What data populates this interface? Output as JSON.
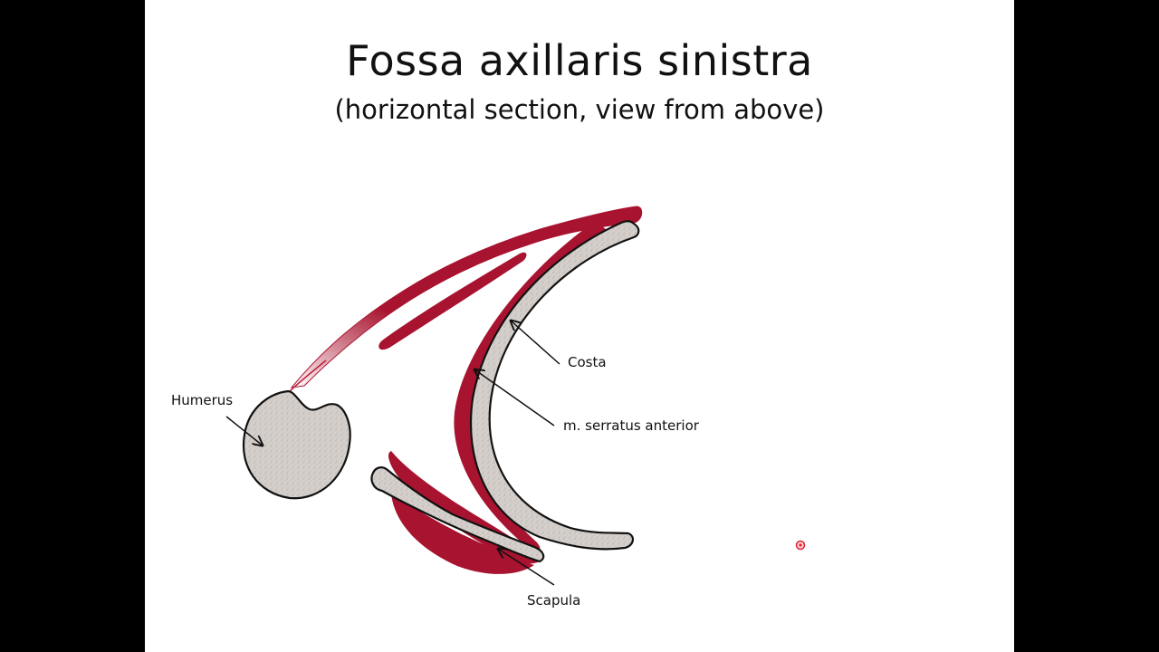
{
  "slide": {
    "title": "Fossa axillaris sinistra",
    "subtitle": "(horizontal section, view from above)"
  },
  "labels": {
    "humerus": "Humerus",
    "costa": "Costa",
    "serratus": "m. serratus anterior",
    "scapula": "Scapula"
  },
  "colors": {
    "muscle": "#a8132f",
    "bone": "#d4cfcb",
    "outline": "#111111",
    "letterbox": "#000000",
    "background": "#ffffff",
    "pointer": "#e02030"
  }
}
